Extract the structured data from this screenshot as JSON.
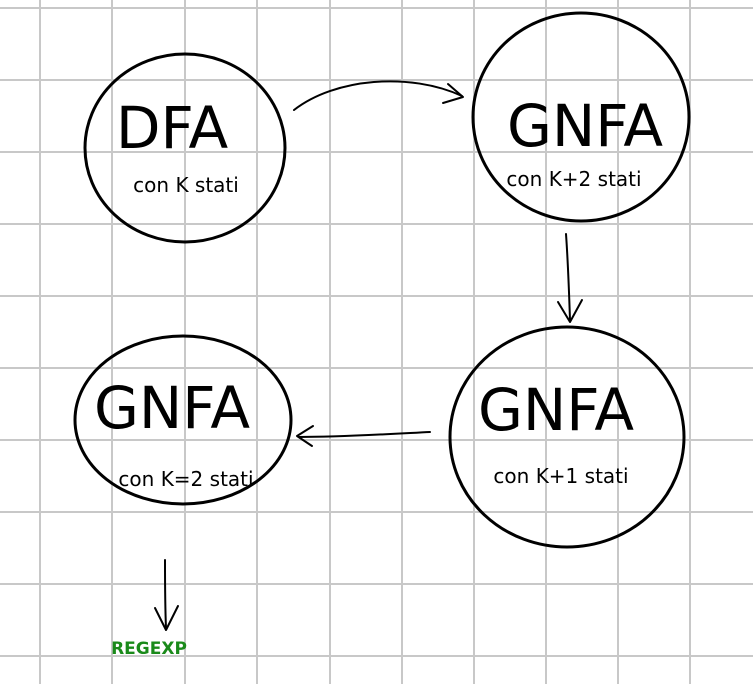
{
  "colors": {
    "grid": "#c8c8c8",
    "ink": "#000000",
    "regexp": "#1a8a1a"
  },
  "nodes": {
    "dfa": {
      "title": "DFA",
      "subtitle": "con K stati"
    },
    "gnfa_k2": {
      "title": "GNFA",
      "subtitle": "con K+2 stati"
    },
    "gnfa_k1": {
      "title": "GNFA",
      "subtitle": "con K+1 stati"
    },
    "gnfa_kminus2": {
      "title": "GNFA",
      "subtitle": "con K=2 stati"
    }
  },
  "output": {
    "label": "REGEXP"
  }
}
